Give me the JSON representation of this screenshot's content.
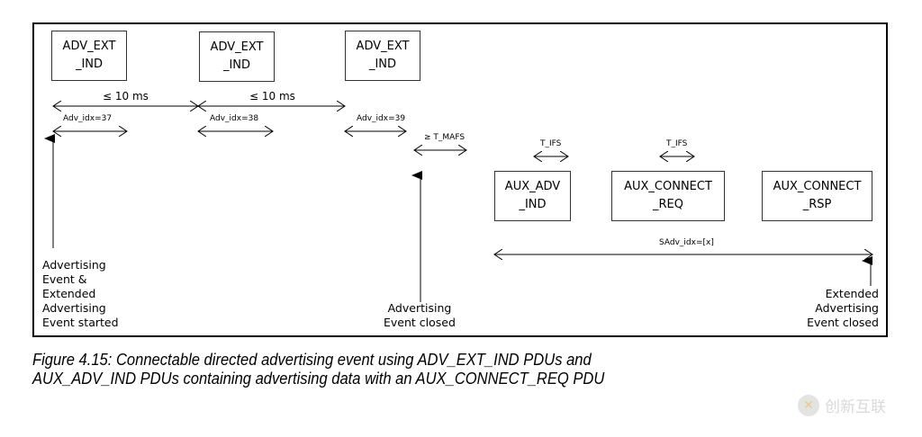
{
  "pdus": [
    {
      "id": "adv-ext-ind-1",
      "label": "ADV_EXT\n_IND"
    },
    {
      "id": "adv-ext-ind-2",
      "label": "ADV_EXT\n_IND"
    },
    {
      "id": "adv-ext-ind-3",
      "label": "ADV_EXT\n_IND"
    },
    {
      "id": "aux-adv-ind",
      "label": "AUX_ADV\n_IND"
    },
    {
      "id": "aux-connect-req",
      "label": "AUX_CONNECT\n_REQ"
    },
    {
      "id": "aux-connect-rsp",
      "label": "AUX_CONNECT\n_RSP"
    }
  ],
  "intervals": {
    "interval_1": "≤ 10 ms",
    "interval_2": "≤ 10 ms",
    "adv_idx_1": "Adv_idx=37",
    "adv_idx_2": "Adv_idx=38",
    "adv_idx_3": "Adv_idx=39",
    "t_mafs": "≥ T_MAFS",
    "t_ifs_1": "T_IFS",
    "t_ifs_2": "T_IFS",
    "sadv_idx": "SAdv_idx=[x]"
  },
  "notes": {
    "event_started": "Advertising\nEvent &\nExtended\nAdvertising\nEvent started",
    "event_closed": "Advertising\nEvent closed",
    "extended_event_closed": "Extended\nAdvertising\nEvent closed"
  },
  "caption": "Figure 4.15:  Connectable directed advertising event using ADV_EXT_IND PDUs and\nAUX_ADV_IND PDUs containing advertising data with an AUX_CONNECT_REQ PDU",
  "watermark": {
    "text": "创新互联",
    "icon": "logo-x"
  }
}
